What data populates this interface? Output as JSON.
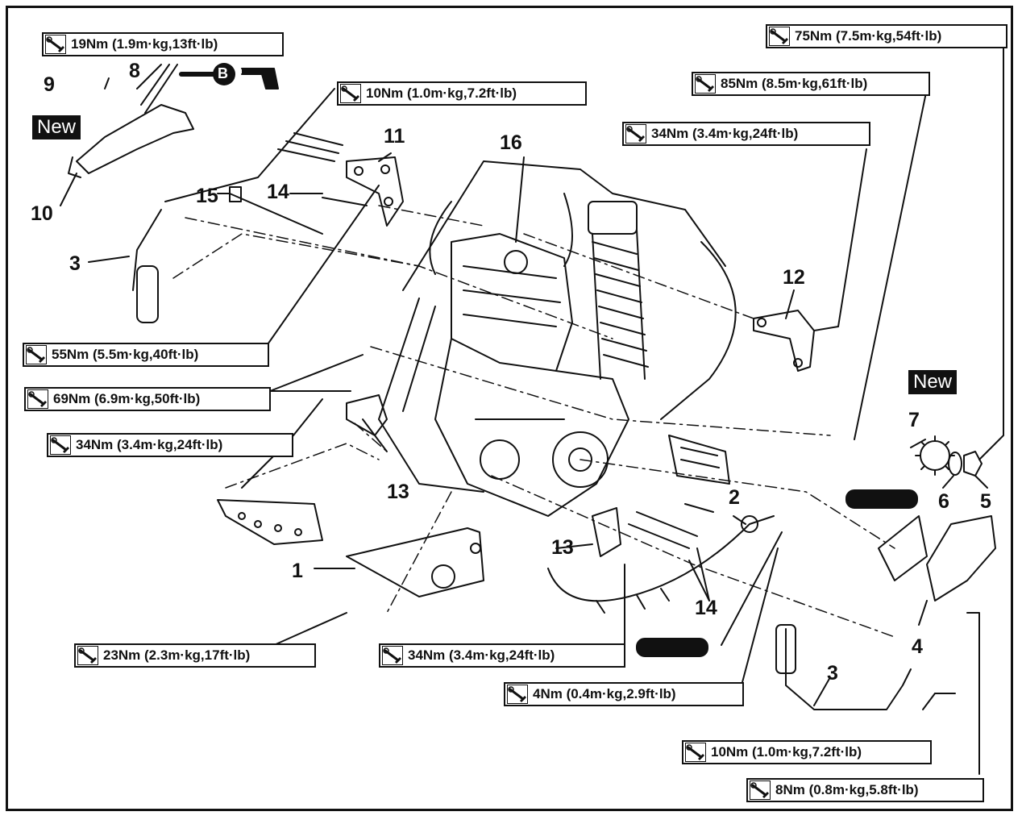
{
  "torques": [
    {
      "id": "t1",
      "text": "19Nm (1.9m·kg,13ft·lb)"
    },
    {
      "id": "t2",
      "text": "10Nm (1.0m·kg,7.2ft·lb)"
    },
    {
      "id": "t3",
      "text": "75Nm (7.5m·kg,54ft·lb)"
    },
    {
      "id": "t4",
      "text": "85Nm (8.5m·kg,61ft·lb)"
    },
    {
      "id": "t5",
      "text": "34Nm (3.4m·kg,24ft·lb)"
    },
    {
      "id": "t6",
      "text": "55Nm (5.5m·kg,40ft·lb)"
    },
    {
      "id": "t7",
      "text": "69Nm (6.9m·kg,50ft·lb)"
    },
    {
      "id": "t8",
      "text": "34Nm (3.4m·kg,24ft·lb)"
    },
    {
      "id": "t9",
      "text": "23Nm (2.3m·kg,17ft·lb)"
    },
    {
      "id": "t10",
      "text": "34Nm (3.4m·kg,24ft·lb)"
    },
    {
      "id": "t11",
      "text": "4Nm (0.4m·kg,2.9ft·lb)"
    },
    {
      "id": "t12",
      "text": "10Nm (1.0m·kg,7.2ft·lb)"
    },
    {
      "id": "t13",
      "text": "8Nm (0.8m·kg,5.8ft·lb)"
    }
  ],
  "part_numbers": [
    "9",
    "8",
    "10",
    "3",
    "15",
    "14",
    "11",
    "16",
    "12",
    "7",
    "6",
    "5",
    "2",
    "13",
    "13",
    "14",
    "1",
    "4",
    "3"
  ],
  "new_labels": [
    "New",
    "New"
  ],
  "lube_symbol": "B",
  "icon": "torque-wrench-icon"
}
